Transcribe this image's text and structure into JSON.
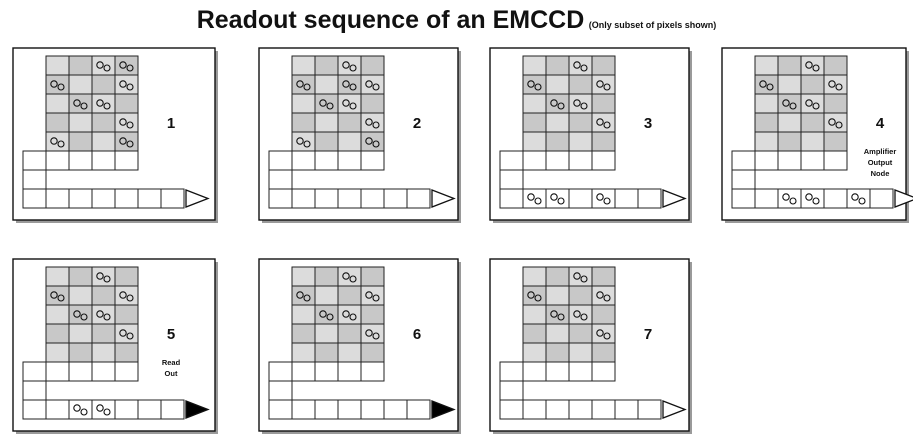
{
  "title": {
    "main": "Readout sequence of an EMCCD",
    "sub": "(Only subset of pixels shown)"
  },
  "panels": [
    {
      "number": "1",
      "note": [],
      "electron_positions": {
        "image": [
          [
            0,
            2
          ],
          [
            0,
            3
          ],
          [
            1,
            0
          ],
          [
            1,
            3
          ],
          [
            2,
            1
          ],
          [
            2,
            2
          ],
          [
            3,
            3
          ],
          [
            4,
            0
          ],
          [
            4,
            3
          ]
        ],
        "serial": [],
        "gain": []
      },
      "amplifier_active": false
    },
    {
      "number": "2",
      "note": [],
      "electron_positions": {
        "image": [
          [
            0,
            2
          ],
          [
            1,
            0
          ],
          [
            1,
            2
          ],
          [
            1,
            3
          ],
          [
            2,
            1
          ],
          [
            2,
            2
          ],
          [
            3,
            3
          ],
          [
            4,
            0
          ],
          [
            4,
            3
          ]
        ],
        "serial": [],
        "gain": []
      },
      "amplifier_active": false
    },
    {
      "number": "3",
      "note": [],
      "electron_positions": {
        "image": [
          [
            0,
            2
          ],
          [
            1,
            0
          ],
          [
            1,
            3
          ],
          [
            2,
            1
          ],
          [
            2,
            2
          ],
          [
            3,
            3
          ]
        ],
        "serial": [],
        "gain": [
          1,
          2,
          4
        ]
      },
      "amplifier_active": false
    },
    {
      "number": "4",
      "note": [
        "Amplifier",
        "Output",
        "Node"
      ],
      "electron_positions": {
        "image": [
          [
            0,
            2
          ],
          [
            1,
            0
          ],
          [
            1,
            3
          ],
          [
            2,
            1
          ],
          [
            2,
            2
          ],
          [
            3,
            3
          ]
        ],
        "serial": [],
        "gain": [
          2,
          3,
          5
        ]
      },
      "amplifier_active": false
    },
    {
      "number": "5",
      "note": [
        "Read",
        "Out"
      ],
      "electron_positions": {
        "image": [
          [
            0,
            2
          ],
          [
            1,
            0
          ],
          [
            1,
            3
          ],
          [
            2,
            1
          ],
          [
            2,
            2
          ],
          [
            3,
            3
          ]
        ],
        "serial": [],
        "gain": [
          2,
          3
        ]
      },
      "amplifier_active": true
    },
    {
      "number": "6",
      "note": [],
      "electron_positions": {
        "image": [
          [
            0,
            2
          ],
          [
            1,
            0
          ],
          [
            1,
            3
          ],
          [
            2,
            1
          ],
          [
            2,
            2
          ],
          [
            3,
            3
          ]
        ],
        "serial": [],
        "gain": []
      },
      "amplifier_active": true
    },
    {
      "number": "7",
      "note": [],
      "electron_positions": {
        "image": [
          [
            0,
            2
          ],
          [
            1,
            0
          ],
          [
            1,
            3
          ],
          [
            2,
            1
          ],
          [
            2,
            2
          ],
          [
            3,
            3
          ]
        ],
        "serial": [],
        "gain": []
      },
      "amplifier_active": false
    }
  ]
}
